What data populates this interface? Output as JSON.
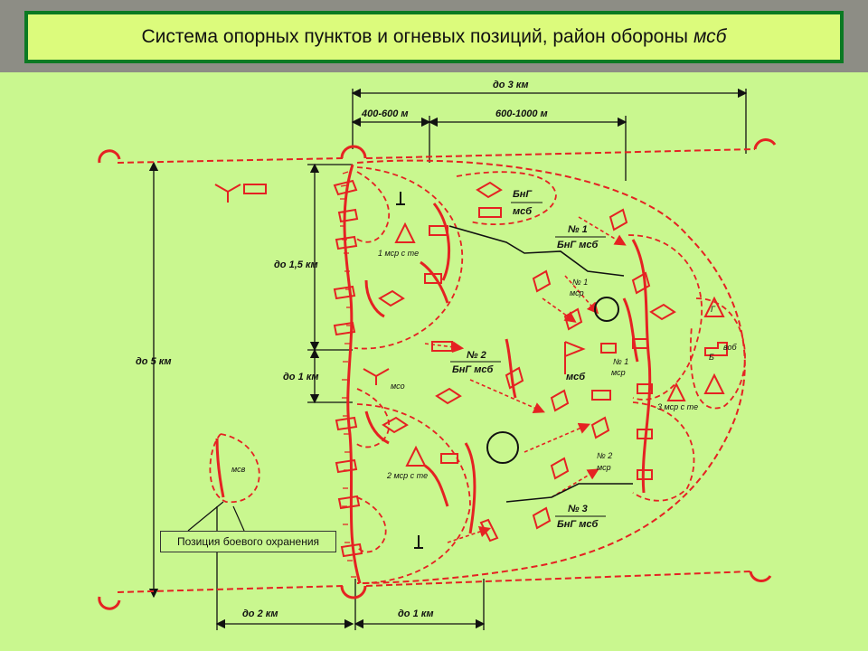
{
  "title": {
    "text": "Система опорных пунктов и огневых позиций, район обороны",
    "suffix": "мсб"
  },
  "dimensions": {
    "total_depth": "до 3 км",
    "first_depth": "400-600 м",
    "second_depth": "600-1000 м",
    "front_width": "до 5 км",
    "company_front": "до 1,5 км",
    "gap": "до 1 км",
    "outpost_distance": "до 2 км",
    "rear_gap": "до 1 км"
  },
  "labels": {
    "bng_msb": "БнГ",
    "msb_top": "мсб",
    "n1": "№ 1",
    "bng_msb_full": "БнГ мсб",
    "n1_msr": "№ 1",
    "msr": "мср",
    "n2": "№ 2",
    "n2_msr": "№ 2",
    "n3": "№ 3",
    "msb_center": "мсб",
    "msr1_te": "1 мср с те",
    "msr2_te": "2 мср с те",
    "msr3_te": "3 мср с те",
    "mso": "мсо",
    "mse": "мсв",
    "vob": "воб",
    "g": "Г",
    "b": "Б",
    "n1_msr_right": "№ 1"
  },
  "callout": {
    "text": "Позиция боевого охранения"
  },
  "colors": {
    "line": "#e52222",
    "title_bg": "#dcfb7c",
    "title_border": "#0b7a22",
    "panel": "#c9f78f"
  }
}
